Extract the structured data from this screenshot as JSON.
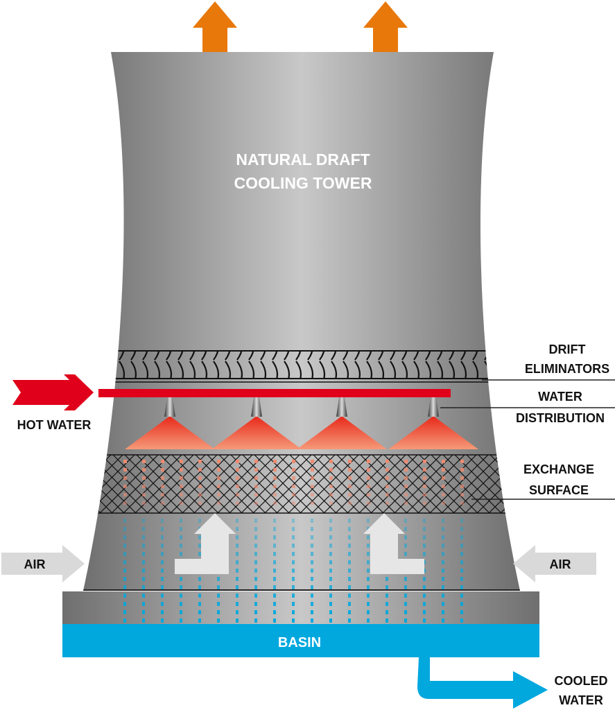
{
  "title": {
    "line1": "NATURAL DRAFT",
    "line2": "COOLING TOWER"
  },
  "labels": {
    "drift": {
      "line1": "DRIFT",
      "line2": "ELIMINATORS"
    },
    "distribution": {
      "line1": "WATER",
      "line2": "DISTRIBUTION"
    },
    "exchange": {
      "line1": "EXCHANGE",
      "line2": "SURFACE"
    },
    "hot_water": "HOT WATER",
    "air_left": "AIR",
    "air_right": "AIR",
    "basin": "BASIN",
    "cooled": {
      "line1": "COOLED",
      "line2": "WATER"
    }
  },
  "colors": {
    "exhaust": "#e8780a",
    "hot": "#e0001b",
    "spray": "#f0603a",
    "water": "#00a8de",
    "tower": "#9a9a9a",
    "air": "#d9d9d9"
  }
}
